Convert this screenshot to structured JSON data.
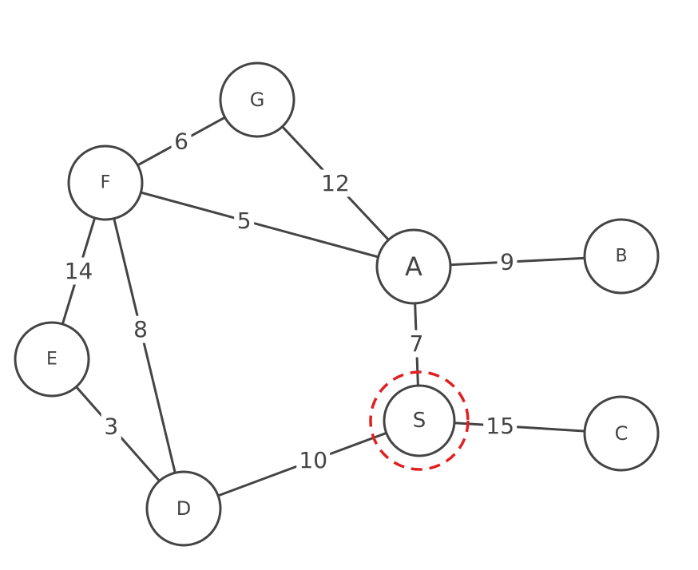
{
  "graph": {
    "source_node": "S",
    "highlight_color": "#e02020",
    "node_label_S": "S",
    "nodes": [
      {
        "id": "G",
        "label": "G"
      },
      {
        "id": "F",
        "label": "F"
      },
      {
        "id": "A",
        "label": "A"
      },
      {
        "id": "B",
        "label": "B"
      },
      {
        "id": "E",
        "label": "E"
      },
      {
        "id": "S",
        "label": "S"
      },
      {
        "id": "C",
        "label": "C"
      },
      {
        "id": "D",
        "label": "D"
      }
    ],
    "edges": [
      {
        "from": "F",
        "to": "G",
        "weight": "6"
      },
      {
        "from": "G",
        "to": "A",
        "weight": "12"
      },
      {
        "from": "F",
        "to": "A",
        "weight": "5"
      },
      {
        "from": "F",
        "to": "E",
        "weight": "14"
      },
      {
        "from": "F",
        "to": "D",
        "weight": "8"
      },
      {
        "from": "A",
        "to": "B",
        "weight": "9"
      },
      {
        "from": "A",
        "to": "S",
        "weight": "7"
      },
      {
        "from": "E",
        "to": "D",
        "weight": "3"
      },
      {
        "from": "D",
        "to": "S",
        "weight": "10"
      },
      {
        "from": "S",
        "to": "C",
        "weight": "15"
      }
    ]
  }
}
